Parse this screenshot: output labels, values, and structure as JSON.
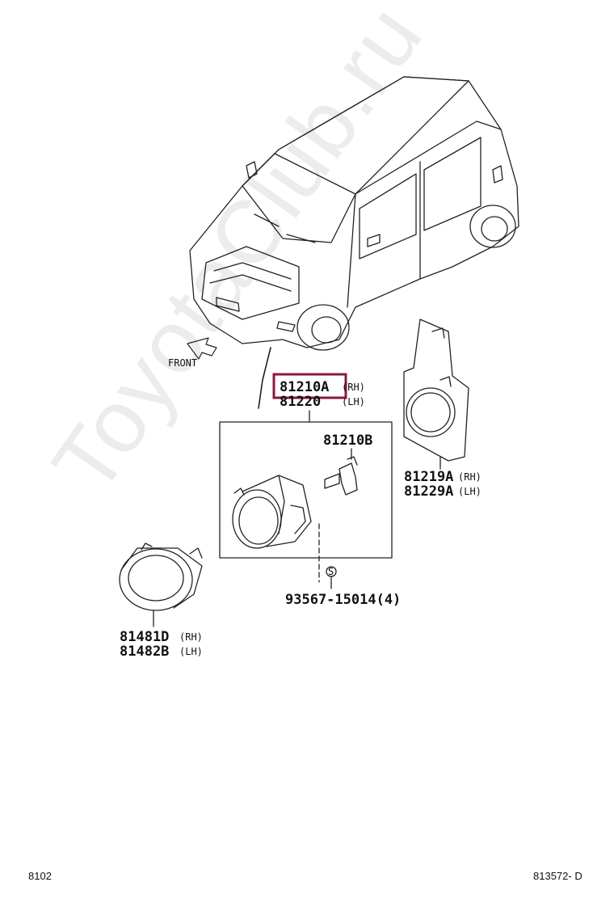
{
  "watermark": "ToyotaClub.ru",
  "front_label": "FRONT",
  "parts": {
    "p81210a": "81210A",
    "p81210a_side": "(RH)",
    "p81220": "81220",
    "p81220_side": "(LH)",
    "p81210b": "81210B",
    "p81219a": "81219A",
    "p81219a_side": "(RH)",
    "p81229a": "81229A",
    "p81229a_side": "(LH)",
    "p93567": "93567-15014(4)",
    "p81481d": "81481D",
    "p81481d_side": "(RH)",
    "p81482b": "81482B",
    "p81482b_side": "(LH)",
    "screw_symbol": "S"
  },
  "footer": {
    "left": "8102",
    "right": "813572- D"
  },
  "highlight_color": "#8b1a3a"
}
